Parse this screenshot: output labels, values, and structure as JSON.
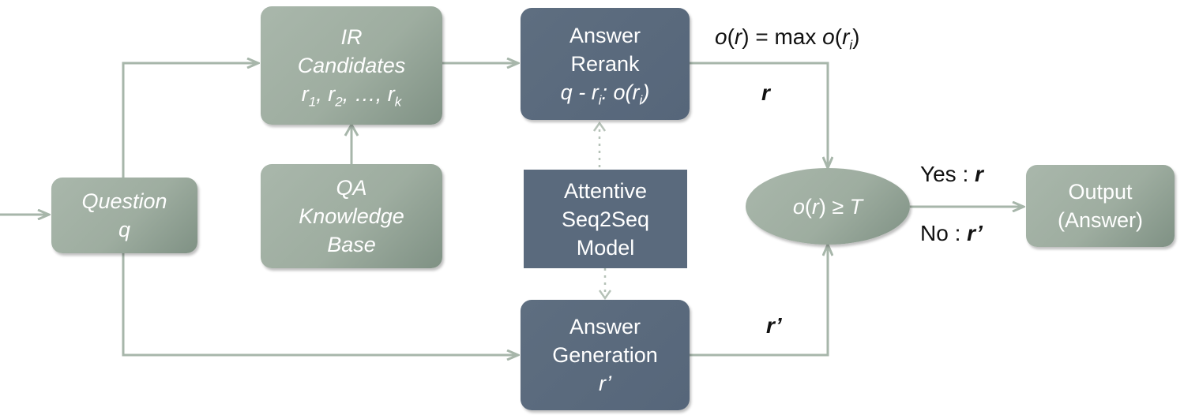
{
  "nodes": {
    "question": {
      "line1": "Question",
      "line2": "q"
    },
    "ir_candidates": {
      "line1": "IR",
      "line2": "Candidates",
      "r1": "r",
      "r1_sub": "1",
      "sep1": ", ",
      "r2": "r",
      "r2_sub": "2",
      "sep2": ", …, ",
      "rk": "r",
      "rk_sub": "k"
    },
    "qa_kb": {
      "line1": "QA",
      "line2": "Knowledge",
      "line3": "Base"
    },
    "answer_rerank": {
      "line1": "Answer",
      "line2": "Rerank",
      "q": "q",
      "dash": " - ",
      "ri": "r",
      "ri_sub": "i",
      "colon": ": ",
      "o": "o",
      "open": "(",
      "r": "r",
      "r_sub": "i",
      "close": ")"
    },
    "seq2seq": {
      "line1": "Attentive",
      "line2": "Seq2Seq",
      "line3": "Model"
    },
    "answer_generation": {
      "line1": "Answer",
      "line2": "Generation",
      "line3": "r’"
    },
    "threshold": {
      "o": "o",
      "open": "(",
      "r": "r",
      "close": ")",
      "op": " ≥ ",
      "T": "T"
    },
    "output": {
      "line1": "Output",
      "line2": "(Answer)"
    }
  },
  "labels": {
    "max_formula": {
      "o1": "o",
      "p1": "(",
      "r1": "r",
      "p2": ") = max ",
      "o2": "o",
      "p3": "(",
      "r2": "r",
      "sub": "i",
      "p4": ")"
    },
    "r_rerank": "r",
    "r_generation": "r’",
    "yes": {
      "text": "Yes : ",
      "var": "r"
    },
    "no": {
      "text": "No : ",
      "var": "r’"
    }
  },
  "colors": {
    "light_node": "#a3b2a6",
    "dark_node": "#56667a",
    "arrow": "#a7b6aa",
    "text_dark": "#111111"
  }
}
